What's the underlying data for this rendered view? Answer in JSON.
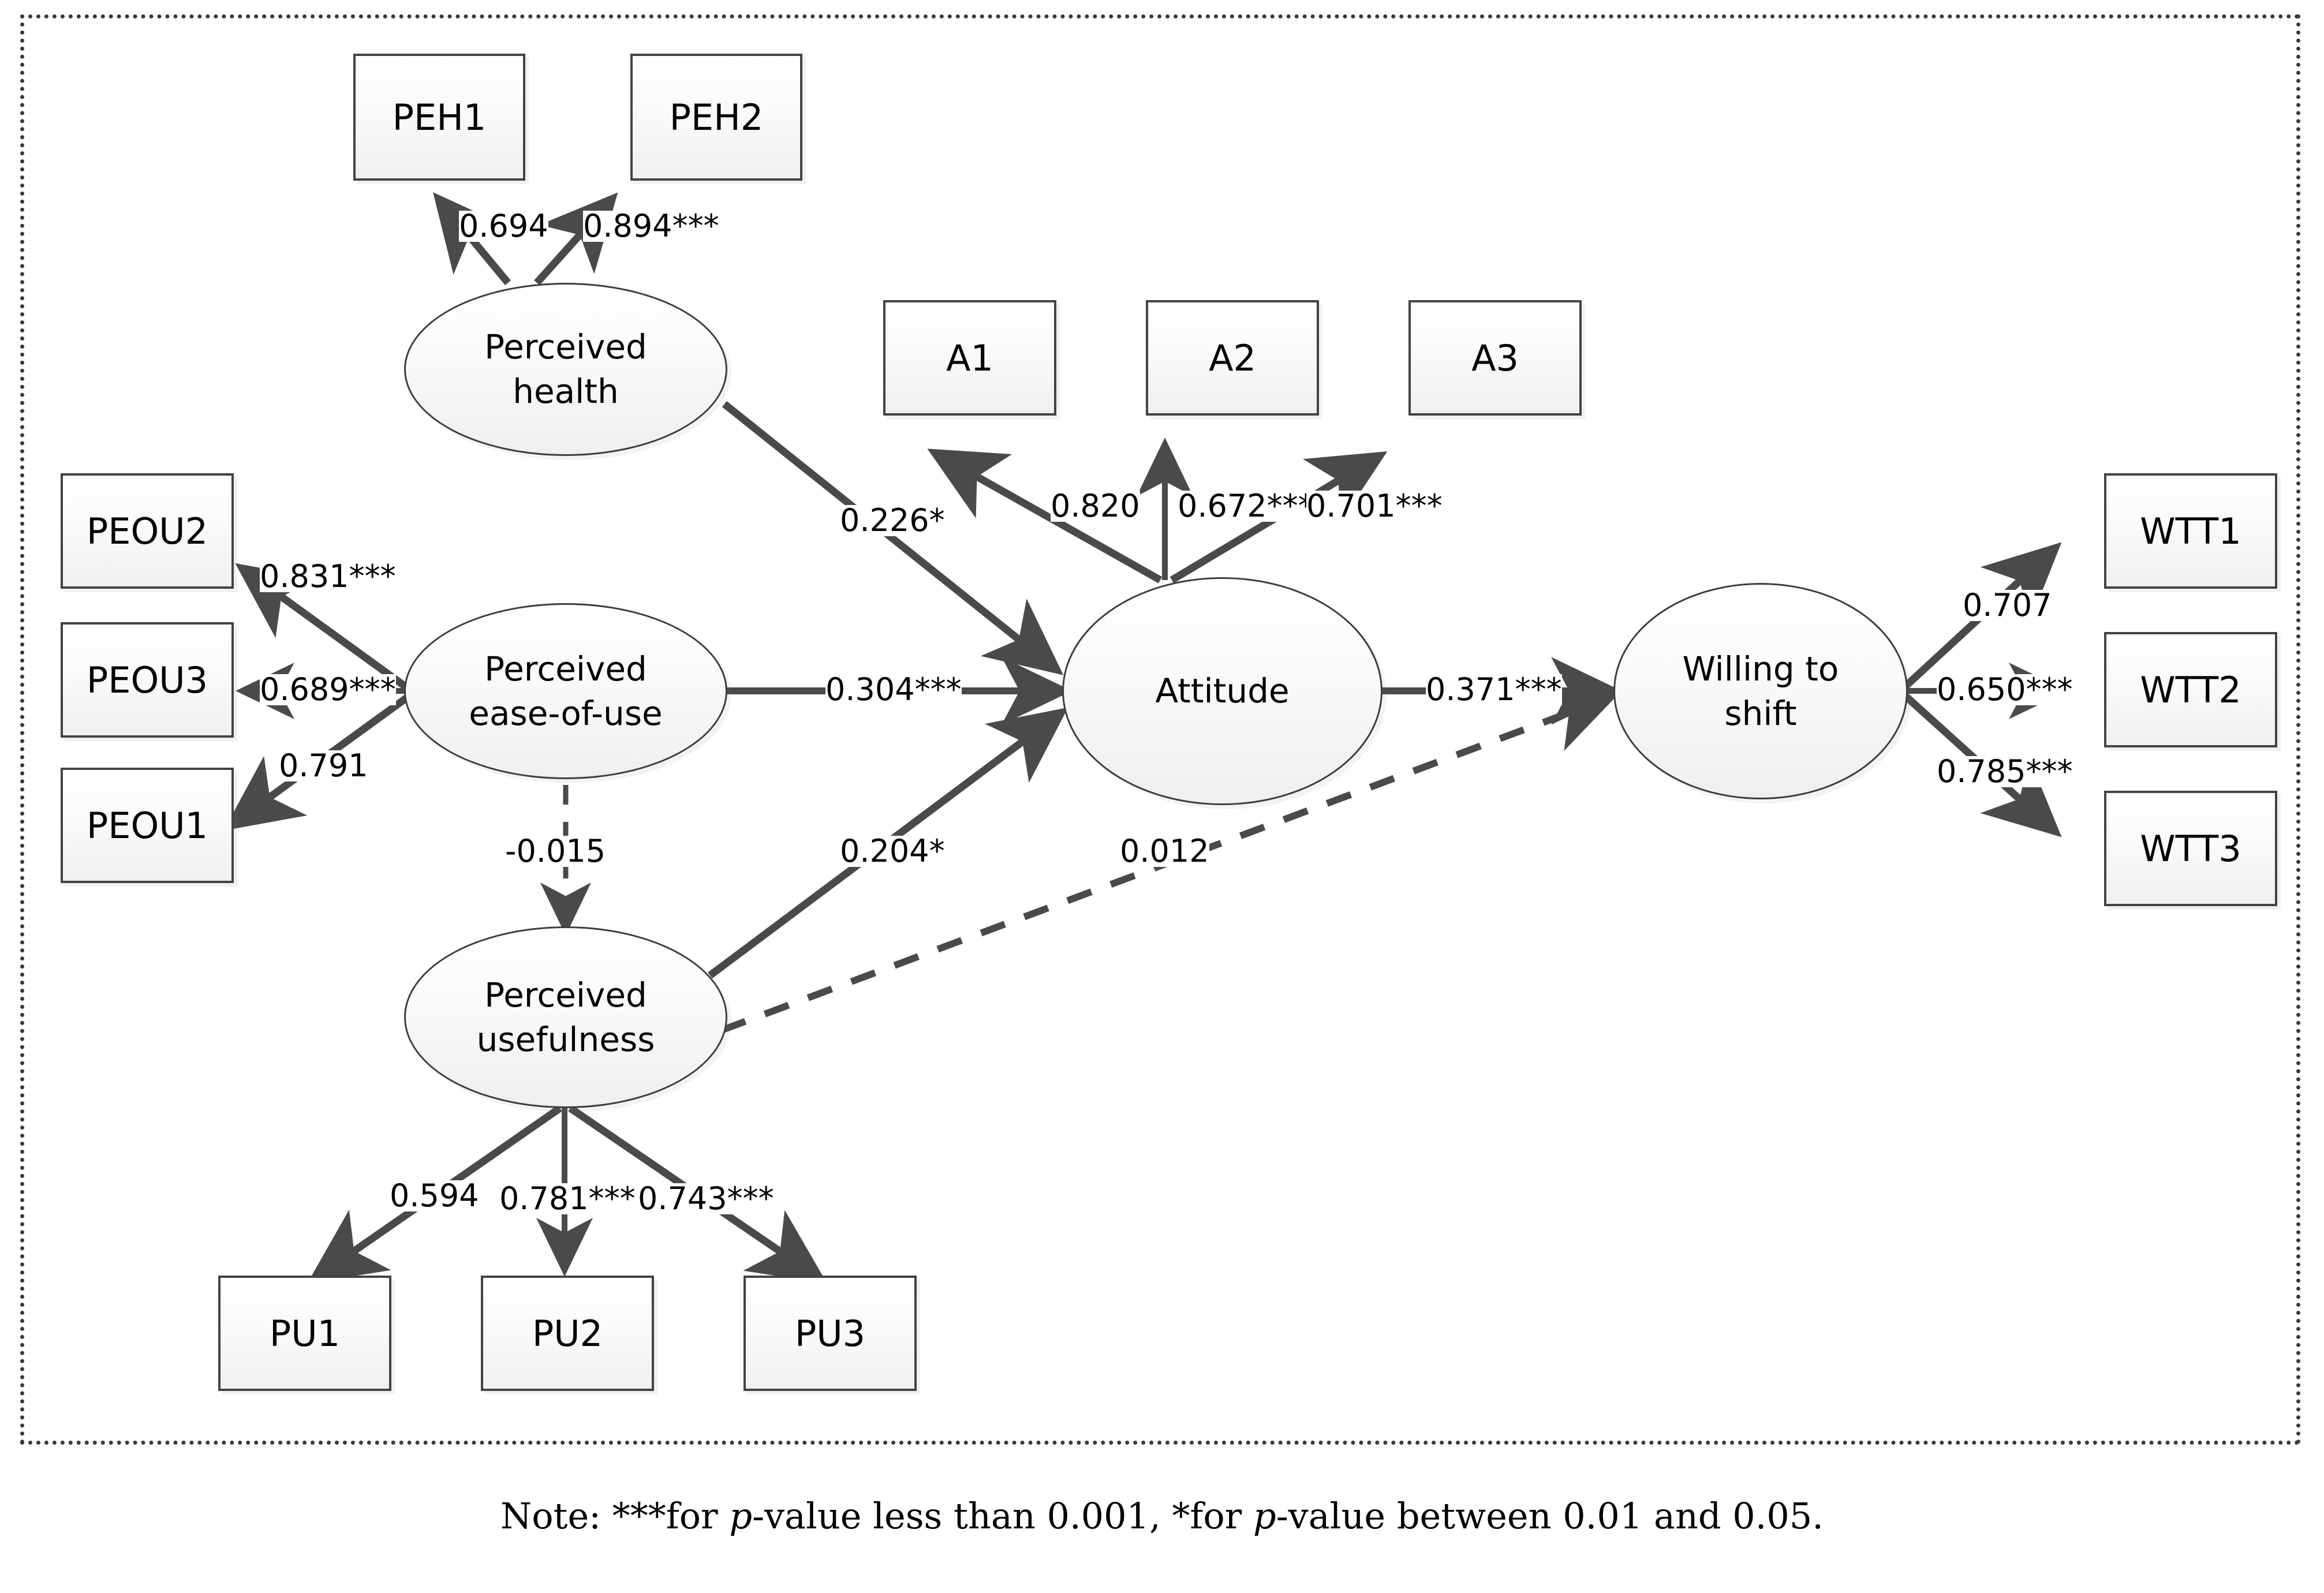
{
  "diagram": {
    "title": "Structural equation model path diagram",
    "border_style": "dotted",
    "border_color": "#3a3a3a"
  },
  "latents": [
    {
      "id": "perceived-health",
      "label": "Perceived\nhealth"
    },
    {
      "id": "perceived-ease-of-use",
      "label": "Perceived\nease-of-use"
    },
    {
      "id": "perceived-usefulness",
      "label": "Perceived\nusefulness"
    },
    {
      "id": "attitude",
      "label": "Attitude"
    },
    {
      "id": "willing-to-shift",
      "label": "Willing to\nshift"
    }
  ],
  "indicators": [
    {
      "id": "PEH1",
      "label": "PEH1"
    },
    {
      "id": "PEH2",
      "label": "PEH2"
    },
    {
      "id": "A1",
      "label": "A1"
    },
    {
      "id": "A2",
      "label": "A2"
    },
    {
      "id": "A3",
      "label": "A3"
    },
    {
      "id": "PEOU2",
      "label": "PEOU2"
    },
    {
      "id": "PEOU3",
      "label": "PEOU3"
    },
    {
      "id": "PEOU1",
      "label": "PEOU1"
    },
    {
      "id": "WTT1",
      "label": "WTT1"
    },
    {
      "id": "WTT2",
      "label": "WTT2"
    },
    {
      "id": "WTT3",
      "label": "WTT3"
    },
    {
      "id": "PU1",
      "label": "PU1"
    },
    {
      "id": "PU2",
      "label": "PU2"
    },
    {
      "id": "PU3",
      "label": "PU3"
    }
  ],
  "measurement_paths": [
    {
      "from": "perceived-health",
      "to": "PEH1",
      "coefficient": "0.694"
    },
    {
      "from": "perceived-health",
      "to": "PEH2",
      "coefficient": "0.894***"
    },
    {
      "from": "attitude",
      "to": "A1",
      "coefficient": "0.820"
    },
    {
      "from": "attitude",
      "to": "A2",
      "coefficient": "0.672***"
    },
    {
      "from": "attitude",
      "to": "A3",
      "coefficient": "0.701***"
    },
    {
      "from": "perceived-ease-of-use",
      "to": "PEOU2",
      "coefficient": "0.831***"
    },
    {
      "from": "perceived-ease-of-use",
      "to": "PEOU3",
      "coefficient": "0.689***"
    },
    {
      "from": "perceived-ease-of-use",
      "to": "PEOU1",
      "coefficient": "0.791"
    },
    {
      "from": "willing-to-shift",
      "to": "WTT1",
      "coefficient": "0.707"
    },
    {
      "from": "willing-to-shift",
      "to": "WTT2",
      "coefficient": "0.650***"
    },
    {
      "from": "willing-to-shift",
      "to": "WTT3",
      "coefficient": "0.785***"
    },
    {
      "from": "perceived-usefulness",
      "to": "PU1",
      "coefficient": "0.594"
    },
    {
      "from": "perceived-usefulness",
      "to": "PU2",
      "coefficient": "0.781***"
    },
    {
      "from": "perceived-usefulness",
      "to": "PU3",
      "coefficient": "0.743***"
    }
  ],
  "structural_paths": [
    {
      "from": "perceived-health",
      "to": "attitude",
      "coefficient": "0.226*",
      "line": "solid"
    },
    {
      "from": "perceived-ease-of-use",
      "to": "attitude",
      "coefficient": "0.304***",
      "line": "solid"
    },
    {
      "from": "perceived-usefulness",
      "to": "attitude",
      "coefficient": "0.204*",
      "line": "solid"
    },
    {
      "from": "attitude",
      "to": "willing-to-shift",
      "coefficient": "0.371***",
      "line": "solid"
    },
    {
      "from": "perceived-ease-of-use",
      "to": "perceived-usefulness",
      "coefficient": "-0.015",
      "line": "dashed"
    },
    {
      "from": "perceived-usefulness",
      "to": "willing-to-shift",
      "coefficient": "0.012",
      "line": "dashed"
    }
  ],
  "labels": {
    "peh1": "PEH1",
    "peh2": "PEH2",
    "a1": "A1",
    "a2": "A2",
    "a3": "A3",
    "peou2": "PEOU2",
    "peou3": "PEOU3",
    "peou1": "PEOU1",
    "wtt1": "WTT1",
    "wtt2": "WTT2",
    "wtt3": "WTT3",
    "pu1": "PU1",
    "pu2": "PU2",
    "pu3": "PU3",
    "perceived_health_l1": "Perceived",
    "perceived_health_l2": "health",
    "perceived_eou_l1": "Perceived",
    "perceived_eou_l2": "ease-of-use",
    "perceived_usefulness_l1": "Perceived",
    "perceived_usefulness_l2": "usefulness",
    "attitude": "Attitude",
    "willing_l1": "Willing to",
    "willing_l2": "shift"
  },
  "coefficients": {
    "peh1": "0.694",
    "peh2": "0.894***",
    "a1": "0.820",
    "a2": "0.672***",
    "a3": "0.701***",
    "peou2": "0.831***",
    "peou3": "0.689***",
    "peou1": "0.791",
    "wtt1": "0.707",
    "wtt2": "0.650***",
    "wtt3": "0.785***",
    "pu1": "0.594",
    "pu2": "0.781***",
    "pu3": "0.743***",
    "health_to_attitude": "0.226*",
    "eou_to_attitude": "0.304***",
    "usefulness_to_attitude": "0.204*",
    "attitude_to_willing": "0.371***",
    "eou_to_usefulness": "-0.015",
    "usefulness_to_willing": "0.012"
  },
  "note": {
    "prefix": "Note: ***for ",
    "italic_1": "p",
    "mid": "-value less than 0.001, *for ",
    "italic_2": "p",
    "suffix": "-value between 0.01 and 0.05."
  },
  "chart_data": {
    "type": "diagram",
    "title": "Structural equation model (SEM) path diagram",
    "nodes": {
      "latent": [
        "Perceived health",
        "Perceived ease-of-use",
        "Perceived usefulness",
        "Attitude",
        "Willing to shift"
      ],
      "observed": [
        "PEH1",
        "PEH2",
        "A1",
        "A2",
        "A3",
        "PEOU1",
        "PEOU2",
        "PEOU3",
        "WTT1",
        "WTT2",
        "WTT3",
        "PU1",
        "PU2",
        "PU3"
      ]
    },
    "edges": [
      {
        "source": "Perceived health",
        "target": "PEH1",
        "value": 0.694,
        "stars": 0,
        "style": "solid",
        "kind": "loading"
      },
      {
        "source": "Perceived health",
        "target": "PEH2",
        "value": 0.894,
        "stars": 3,
        "style": "solid",
        "kind": "loading"
      },
      {
        "source": "Attitude",
        "target": "A1",
        "value": 0.82,
        "stars": 0,
        "style": "solid",
        "kind": "loading"
      },
      {
        "source": "Attitude",
        "target": "A2",
        "value": 0.672,
        "stars": 3,
        "style": "solid",
        "kind": "loading"
      },
      {
        "source": "Attitude",
        "target": "A3",
        "value": 0.701,
        "stars": 3,
        "style": "solid",
        "kind": "loading"
      },
      {
        "source": "Perceived ease-of-use",
        "target": "PEOU2",
        "value": 0.831,
        "stars": 3,
        "style": "solid",
        "kind": "loading"
      },
      {
        "source": "Perceived ease-of-use",
        "target": "PEOU3",
        "value": 0.689,
        "stars": 3,
        "style": "solid",
        "kind": "loading"
      },
      {
        "source": "Perceived ease-of-use",
        "target": "PEOU1",
        "value": 0.791,
        "stars": 0,
        "style": "solid",
        "kind": "loading"
      },
      {
        "source": "Willing to shift",
        "target": "WTT1",
        "value": 0.707,
        "stars": 0,
        "style": "solid",
        "kind": "loading"
      },
      {
        "source": "Willing to shift",
        "target": "WTT2",
        "value": 0.65,
        "stars": 3,
        "style": "solid",
        "kind": "loading"
      },
      {
        "source": "Willing to shift",
        "target": "WTT3",
        "value": 0.785,
        "stars": 3,
        "style": "solid",
        "kind": "loading"
      },
      {
        "source": "Perceived usefulness",
        "target": "PU1",
        "value": 0.594,
        "stars": 0,
        "style": "solid",
        "kind": "loading"
      },
      {
        "source": "Perceived usefulness",
        "target": "PU2",
        "value": 0.781,
        "stars": 3,
        "style": "solid",
        "kind": "loading"
      },
      {
        "source": "Perceived usefulness",
        "target": "PU3",
        "value": 0.743,
        "stars": 3,
        "style": "solid",
        "kind": "loading"
      },
      {
        "source": "Perceived health",
        "target": "Attitude",
        "value": 0.226,
        "stars": 1,
        "style": "solid",
        "kind": "structural"
      },
      {
        "source": "Perceived ease-of-use",
        "target": "Attitude",
        "value": 0.304,
        "stars": 3,
        "style": "solid",
        "kind": "structural"
      },
      {
        "source": "Perceived usefulness",
        "target": "Attitude",
        "value": 0.204,
        "stars": 1,
        "style": "solid",
        "kind": "structural"
      },
      {
        "source": "Attitude",
        "target": "Willing to shift",
        "value": 0.371,
        "stars": 3,
        "style": "solid",
        "kind": "structural"
      },
      {
        "source": "Perceived ease-of-use",
        "target": "Perceived usefulness",
        "value": -0.015,
        "stars": 0,
        "style": "dashed",
        "kind": "structural"
      },
      {
        "source": "Perceived usefulness",
        "target": "Willing to shift",
        "value": 0.012,
        "stars": 0,
        "style": "dashed",
        "kind": "structural"
      }
    ],
    "legend": "***for p-value less than 0.001, *for p-value between 0.01 and 0.05."
  }
}
